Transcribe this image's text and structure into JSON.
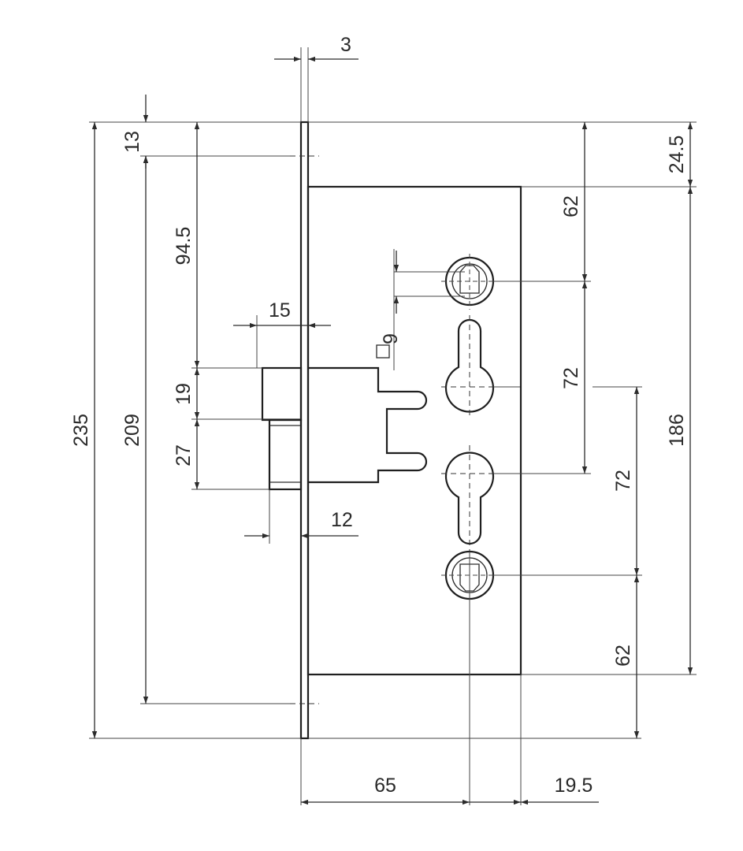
{
  "dimensions": {
    "faceplate_thickness": "3",
    "top_offset": "13",
    "top_case_offset": "24.5",
    "backset_to_upper_follower": "94.5",
    "face_to_latch": "15",
    "follower_square": "9",
    "latch_height": "19",
    "deadbolt_height": "27",
    "bolt_throw": "12",
    "upper_follower_from_case_top": "62",
    "upper_centre_distance": "72",
    "lower_centre_distance": "72",
    "lower_follower_to_case_bottom": "62",
    "overall_faceplate_height": "235",
    "fixing_hole_distance": "209",
    "case_height": "186",
    "backset": "65",
    "case_depth_remainder": "19.5"
  },
  "colors": {
    "line": "#2b2b2b",
    "background": "#ffffff"
  }
}
